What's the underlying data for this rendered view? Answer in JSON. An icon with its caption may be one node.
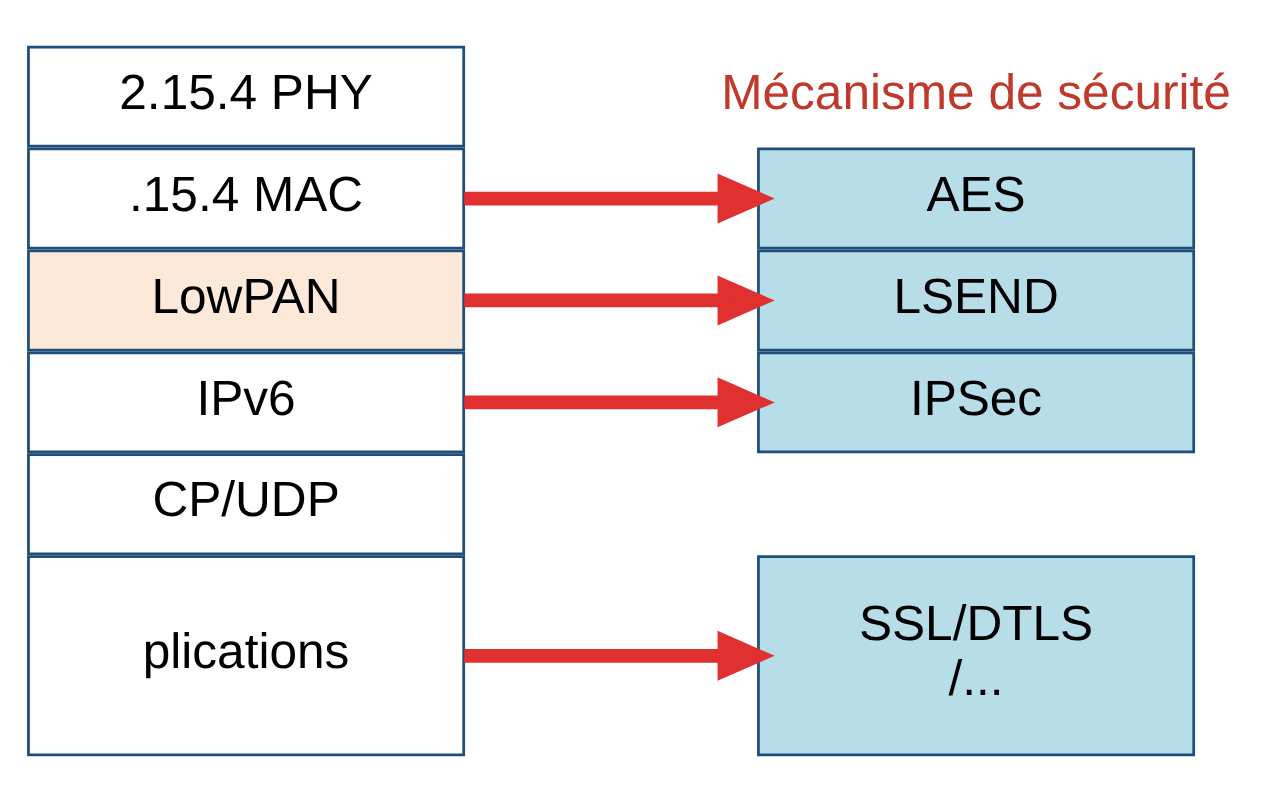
{
  "diagram": {
    "nodes": [
      {
        "text": [
          "plications"
        ]
      },
      {
        "text": [
          "CP/UDP"
        ]
      },
      {
        "text": [
          "IPv6"
        ]
      },
      {
        "text": [
          "LowPAN"
        ]
      },
      {
        "text": [
          ".15.4 MAC"
        ]
      },
      {
        "text": [
          "2.15.4 PHY"
        ]
      },
      {
        "text": [
          "SSL/DTLS /..."
        ]
      },
      {
        "text": [
          "IPSec"
        ]
      },
      {
        "text": [
          "LSEND"
        ]
      },
      {
        "text": [
          "AES"
        ]
      }
    ],
    "edges": [
      {
        "from": 0,
        "to": 6,
        "arrow": "to"
      },
      {
        "from": 2,
        "to": 7,
        "arrow": "to"
      },
      {
        "from": 3,
        "to": 8,
        "arrow": "to"
      },
      {
        "from": 4,
        "to": 9,
        "arrow": "to"
      }
    ],
    "labels": [
      "Mécanisme de sécurité"
    ]
  }
}
